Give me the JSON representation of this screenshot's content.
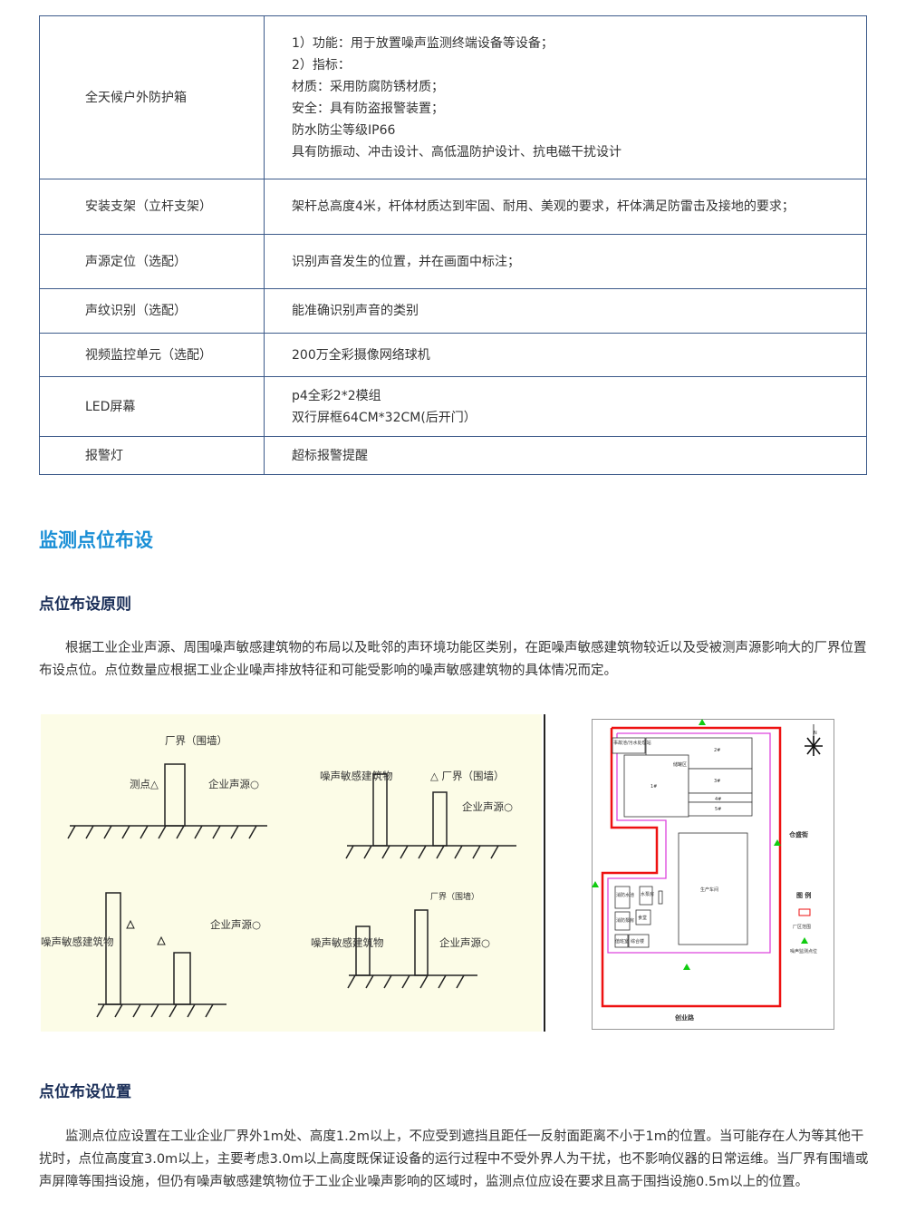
{
  "table": [
    {
      "name": "全天候户外防护箱",
      "desc": [
        "1）功能：用于放置噪声监测终端设备等设备；",
        "2）指标：",
        "材质：采用防腐防锈材质；",
        "安全：具有防盗报警装置；",
        "防水防尘等级IP66",
        "具有防振动、冲击设计、高低温防护设计、抗电磁干扰设计"
      ]
    },
    {
      "name": "安装支架（立杆支架）",
      "desc": [
        "架杆总高度4米，杆体材质达到牢固、耐用、美观的要求，杆体满足防雷击及接地的要求；"
      ]
    },
    {
      "name": "声源定位（选配）",
      "desc": [
        "识别声音发生的位置，并在画面中标注；"
      ]
    },
    {
      "name": "声纹识别（选配）",
      "desc": [
        "能准确识别声音的类别"
      ]
    },
    {
      "name": "视频监控单元（选配）",
      "desc": [
        "200万全彩摄像网络球机"
      ]
    },
    {
      "name": "LED屏幕",
      "desc": [
        "p4全彩2*2模组",
        "双行屏框64CM*32CM(后开门）"
      ]
    },
    {
      "name": "报警灯",
      "desc": [
        " 超标报警提醒"
      ]
    }
  ],
  "section_title": "监测点位布设",
  "sub1": {
    "title": "点位布设原则",
    "text": "根据工业企业声源、周围噪声敏感建筑物的布局以及毗邻的声环境功能区类别，在距噪声敏感建筑物较近以及受被测声源影响大的厂界位置布设点位。点位数量应根据工业企业噪声排放特征和可能受影响的噪声敏感建筑物的具体情况而定。"
  },
  "figure_left": {
    "d1_boundary": "厂界（围墙）",
    "d1_point": "测点△",
    "d1_source": "企业声源○",
    "d2_building": "噪声敏感建筑物",
    "d2_boundary": "△ 厂界（围墙）",
    "d2_source": "企业声源○",
    "d3_building": "噪声敏感建筑物",
    "d3_source": "企业声源○",
    "d4_boundary": "厂界（围墙）",
    "d4_building": "噪声敏感建筑物",
    "d4_source": "企业声源○"
  },
  "figure_right": {
    "north": "N",
    "labels": {
      "sewage": "事故池/污水处理站",
      "tank_area": "储罐区",
      "b1": "1#",
      "b2": "2#",
      "b3": "3#",
      "b4": "4#",
      "b5": "5#",
      "fire_pool": "消防水池",
      "water_pump": "水泵房",
      "fire_pump": "消防泵房",
      "canteen": "食堂",
      "guard": "值班室",
      "office": "综合楼",
      "workshop": "生产车间",
      "street_east": "仓盛街",
      "road_south": "创业路"
    },
    "legend": {
      "title": "图  例",
      "boundary": "厂区范围",
      "point": "噪声监测点位"
    },
    "colors": {
      "boundary": "#ee1111",
      "fence": "#dd44dd",
      "point": "#11cc11"
    }
  },
  "sub2": {
    "title": "点位布设位置",
    "text": "监测点位应设置在工业企业厂界外1m处、高度1.2m以上，不应受到遮挡且距任一反射面距离不小于1m的位置。当可能存在人为等其他干扰时，点位高度宜3.0m以上，主要考虑3.0m以上高度既保证设备的运行过程中不受外界人为干扰，也不影响仪器的日常运维。当厂界有围墙或声屏障等围挡设施，但仍有噪声敏感建筑物位于工业企业噪声影响的区域时，监测点位应设在要求且高于围挡设施0.5m以上的位置。"
  }
}
